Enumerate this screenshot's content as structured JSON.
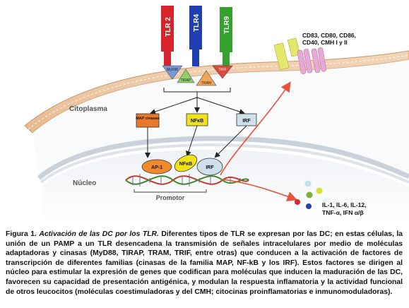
{
  "receptors": {
    "tlr2": "TLR 2",
    "tlr4": "TLR4",
    "tlr9": "TLR9"
  },
  "adaptors": {
    "myd88": "MyD88",
    "tirap": "TIRAP",
    "tram": "TRAM",
    "trif": "TRIF"
  },
  "surface_molecules": "CD83, CD80, CD86, CD40, CMH I y II",
  "compartments": {
    "cytoplasm": "Citoplasma",
    "nucleus": "Núcleo",
    "promoter": "Promotor"
  },
  "transcription_factors": {
    "map": "MAP cinasas",
    "nfkb": "NFκB",
    "irf": "IRF",
    "ap1": "AP-1",
    "nfkb_bound": "NFκB",
    "irf_bound": "IRF"
  },
  "cytokines": {
    "line1": "IL-1, IL-6, IL-12,",
    "line2": "TNF-α, IFN α/β"
  },
  "caption": {
    "label": "Figura 1.",
    "title": "Activación de las DC por los TLR.",
    "body": "Diferentes tipos de TLR se expresan por las DC; en estas células, la unión de un PAMP a un TLR desencadena la transmisión de señales intracelulares por medio de moléculas adaptadoras y cinasas (MyD88, TIRAP, TRAM, TRIF, entre otras) que conducen a la activación de factores de transcripción de diferentes familias (cinasas de la familia MAP, NF-kB y los IRF). Estos factores se dirigen al núcleo para estimular la expresión de genes que codifican para moléculas que inducen la maduración de las DC, favorecen su capacidad de presentación antigénica, y modulan la respuesta inflamatoria y la actividad funcional de otros leucocitos (moléculas coestimuladoras y del CMH; citocinas proinflamatorias e inmunomoduladoras)."
  },
  "colors": {
    "tlr2": "#d8232a",
    "tlr4": "#1f3fb0",
    "tlr9": "#36a12e",
    "map_box": "#e8792a",
    "nfkb_box": "#f2e21a",
    "irf_box": "#cfe0ea",
    "arrow": "#e8533a",
    "surface_molecule": "#e4e86a",
    "surface_molecule_2": "#e7a8d6"
  }
}
